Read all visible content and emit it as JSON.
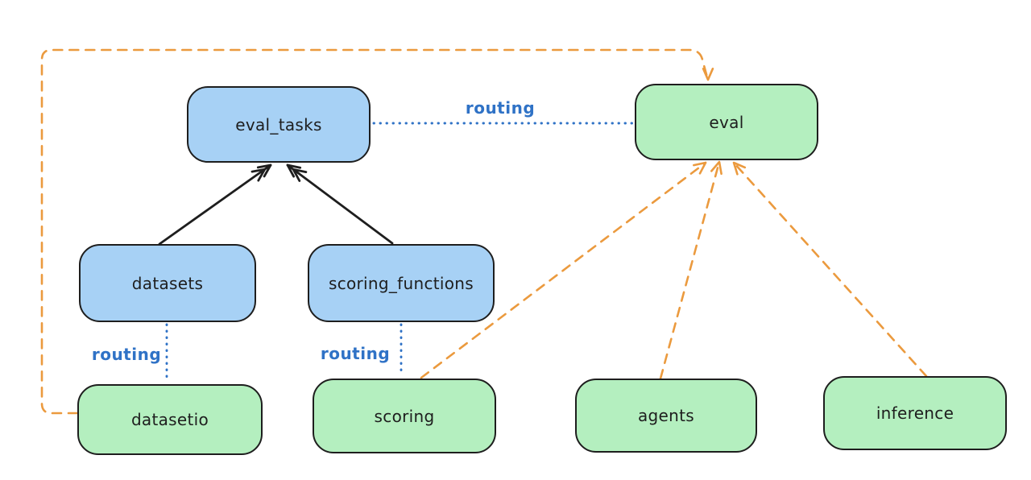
{
  "colors": {
    "background": "#ffffff",
    "node_stroke": "#1e1e1e",
    "blue_node_fill": "#a7d1f5",
    "green_node_fill": "#b4efbf",
    "routing_blue": "#2f72c6",
    "provider_orange": "#eb9a3e",
    "arrow_black": "#1e1e1e",
    "text": "#1e1e1e"
  },
  "nodes": {
    "eval_tasks": {
      "label": "eval_tasks",
      "color": "blue"
    },
    "eval": {
      "label": "eval",
      "color": "green"
    },
    "datasets": {
      "label": "datasets",
      "color": "blue"
    },
    "scoring_functions": {
      "label": "scoring_functions",
      "color": "blue"
    },
    "datasetio": {
      "label": "datasetio",
      "color": "green"
    },
    "scoring": {
      "label": "scoring",
      "color": "green"
    },
    "agents": {
      "label": "agents",
      "color": "green"
    },
    "inference": {
      "label": "inference",
      "color": "green"
    }
  },
  "edge_labels": {
    "eval_tasks_to_eval": {
      "label": "routing"
    },
    "datasets_to_datasetio": {
      "label": "routing"
    },
    "scoring_functions_to_scoring": {
      "label": "routing"
    }
  },
  "edges": [
    {
      "from": "datasets",
      "to": "eval_tasks",
      "style": "solid-black-arrow"
    },
    {
      "from": "scoring_functions",
      "to": "eval_tasks",
      "style": "solid-black-arrow"
    },
    {
      "from": "eval_tasks",
      "to": "eval",
      "style": "dotted-blue",
      "label": "routing"
    },
    {
      "from": "datasets",
      "to": "datasetio",
      "style": "dotted-blue",
      "label": "routing"
    },
    {
      "from": "scoring_functions",
      "to": "scoring",
      "style": "dotted-blue",
      "label": "routing"
    },
    {
      "from": "datasetio",
      "to": "eval",
      "style": "dashed-orange-arrow"
    },
    {
      "from": "scoring",
      "to": "eval",
      "style": "dashed-orange-arrow"
    },
    {
      "from": "agents",
      "to": "eval",
      "style": "dashed-orange-arrow"
    },
    {
      "from": "inference",
      "to": "eval",
      "style": "dashed-orange-arrow"
    }
  ]
}
